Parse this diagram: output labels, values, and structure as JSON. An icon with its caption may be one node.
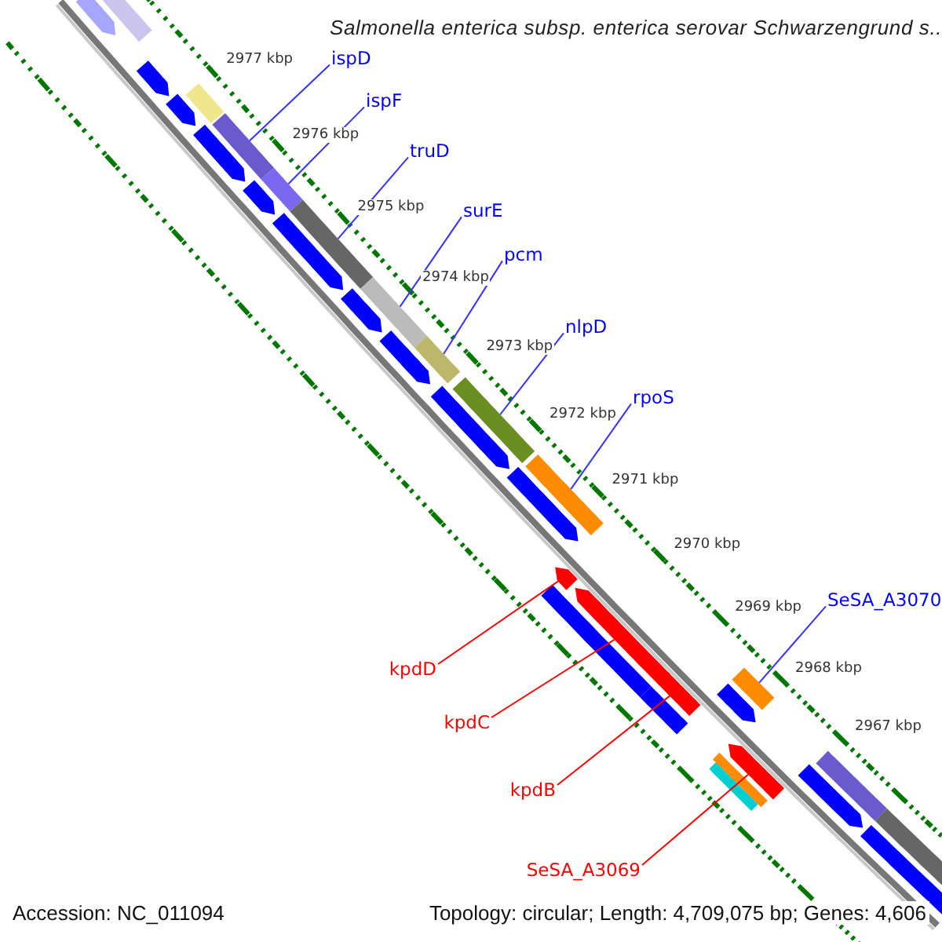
{
  "diagram": {
    "title": "Salmonella enterica subsp. enterica serovar Schwarzengrund s...",
    "nodes": [
      {
        "text": [
          "ispD"
        ]
      },
      {
        "text": [
          "ispF"
        ]
      },
      {
        "text": [
          "truD"
        ]
      },
      {
        "text": [
          "surE"
        ]
      },
      {
        "text": [
          "pcm"
        ]
      },
      {
        "text": [
          "nlpD"
        ]
      },
      {
        "text": [
          "rpoS"
        ]
      },
      {
        "text": [
          "SeSA_A3070"
        ]
      },
      {
        "text": [
          "kpdD"
        ]
      },
      {
        "text": [
          "kpdC"
        ]
      },
      {
        "text": [
          "kpdB"
        ]
      },
      {
        "text": [
          "SeSA_A3069"
        ]
      },
      {
        "text": [],
        "shape": "arrow"
      },
      {
        "text": [],
        "shape": "bar"
      },
      {
        "text": [],
        "shape": "arrow"
      },
      {
        "text": [],
        "shape": "arrow"
      },
      {
        "text": [],
        "shape": "bar"
      },
      {
        "text": [],
        "shape": "arrow"
      },
      {
        "text": [],
        "shape": "bar"
      },
      {
        "text": [],
        "shape": "bar"
      },
      {
        "text": [],
        "shape": "arrow"
      },
      {
        "text": [],
        "shape": "arrow"
      },
      {
        "text": [],
        "shape": "bar"
      },
      {
        "text": [],
        "shape": "arrow"
      },
      {
        "text": [],
        "shape": "bar"
      },
      {
        "text": [],
        "shape": "arrow"
      },
      {
        "text": [],
        "shape": "bar"
      },
      {
        "text": [],
        "shape": "arrow"
      },
      {
        "text": [],
        "shape": "bar"
      },
      {
        "text": [],
        "shape": "arrow"
      },
      {
        "text": [],
        "shape": "bar"
      },
      {
        "text": [],
        "shape": "arrow"
      },
      {
        "text": [],
        "shape": "bar"
      },
      {
        "text": [],
        "shape": "arrow"
      },
      {
        "text": [],
        "shape": "bar"
      },
      {
        "text": [],
        "shape": "arrow"
      },
      {
        "text": [],
        "shape": "arrow"
      },
      {
        "text": [],
        "shape": "bar"
      },
      {
        "text": [],
        "shape": "bar"
      },
      {
        "text": [],
        "shape": "bar"
      },
      {
        "text": [],
        "shape": "arrow"
      },
      {
        "text": [],
        "shape": "arrow"
      },
      {
        "text": [],
        "shape": "bar"
      },
      {
        "text": [],
        "shape": "bar"
      },
      {
        "text": [],
        "shape": "bar"
      }
    ],
    "edges": [
      {
        "from": 0,
        "to": 18,
        "arrow": "none"
      },
      {
        "from": 1,
        "to": 19,
        "arrow": "none"
      },
      {
        "from": 2,
        "to": 22,
        "arrow": "none"
      },
      {
        "from": 3,
        "to": 24,
        "arrow": "none"
      },
      {
        "from": 4,
        "to": 26,
        "arrow": "none"
      },
      {
        "from": 5,
        "to": 28,
        "arrow": "none"
      },
      {
        "from": 6,
        "to": 30,
        "arrow": "none"
      },
      {
        "from": 7,
        "to": 37,
        "arrow": "none"
      },
      {
        "from": 8,
        "to": 31,
        "arrow": "none",
        "color": "#ff0000"
      },
      {
        "from": 9,
        "to": 33,
        "arrow": "none",
        "color": "#ff0000"
      },
      {
        "from": 10,
        "to": 35,
        "arrow": "none",
        "color": "#ff0000"
      },
      {
        "from": 11,
        "to": 40,
        "arrow": "none",
        "color": "#ff0000"
      }
    ],
    "labels": [
      "2977 kbp",
      "2976 kbp",
      "2975 kbp",
      "2974 kbp",
      "2973 kbp",
      "2972 kbp",
      "2971 kbp",
      "2970 kbp",
      "2969 kbp",
      "2968 kbp",
      "2967 kbp",
      "Accession: NC_011094",
      "Topology: circular; Length: 4,709,075 bp; Genes: 4,606"
    ]
  }
}
